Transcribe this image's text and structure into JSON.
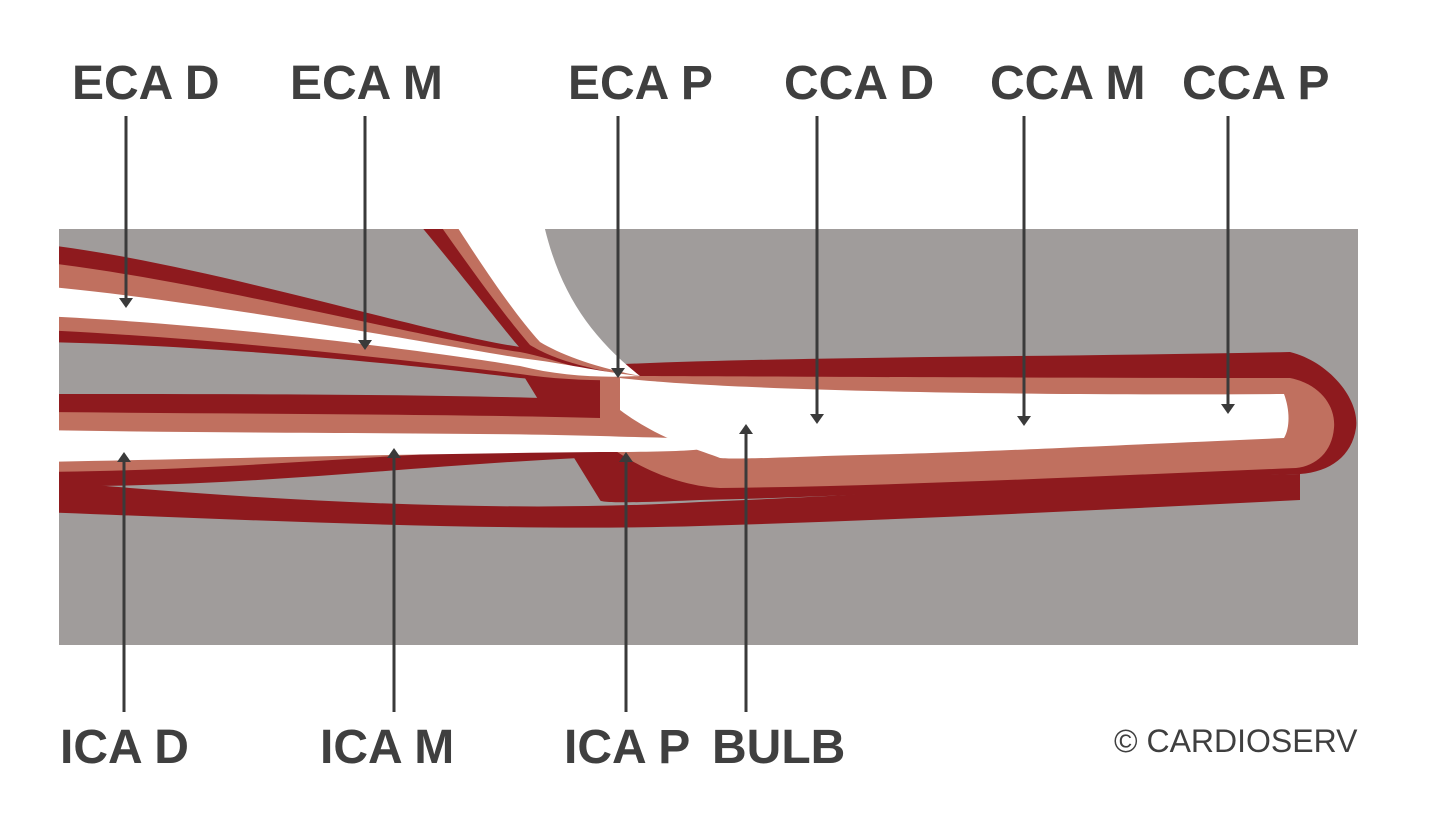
{
  "colors": {
    "background": "#ffffff",
    "tissue": "#a09c9b",
    "adventitia": "#8e1a1e",
    "intima_media": "#c0705f",
    "lumen": "#ffffff",
    "label_text": "#3f3f3f",
    "pointer": "#3a3a3a"
  },
  "labels": {
    "top": [
      {
        "id": "eca-d",
        "text": "ECA D",
        "pointer_icon": "arrow-down-icon"
      },
      {
        "id": "eca-m",
        "text": "ECA M",
        "pointer_icon": "arrow-down-icon"
      },
      {
        "id": "eca-p",
        "text": "ECA P",
        "pointer_icon": "arrow-down-icon"
      },
      {
        "id": "cca-d",
        "text": "CCA D",
        "pointer_icon": "arrow-down-icon"
      },
      {
        "id": "cca-m",
        "text": "CCA M",
        "pointer_icon": "arrow-down-icon"
      },
      {
        "id": "cca-p",
        "text": "CCA P",
        "pointer_icon": "arrow-down-icon"
      }
    ],
    "bottom": [
      {
        "id": "ica-d",
        "text": "ICA D",
        "pointer_icon": "arrow-up-icon"
      },
      {
        "id": "ica-m",
        "text": "ICA M",
        "pointer_icon": "arrow-up-icon"
      },
      {
        "id": "ica-p",
        "text": "ICA P",
        "pointer_icon": "arrow-up-icon"
      },
      {
        "id": "bulb",
        "text": "BULB",
        "pointer_icon": "arrow-up-icon"
      }
    ]
  },
  "copyright": "© CARDIOSERV"
}
